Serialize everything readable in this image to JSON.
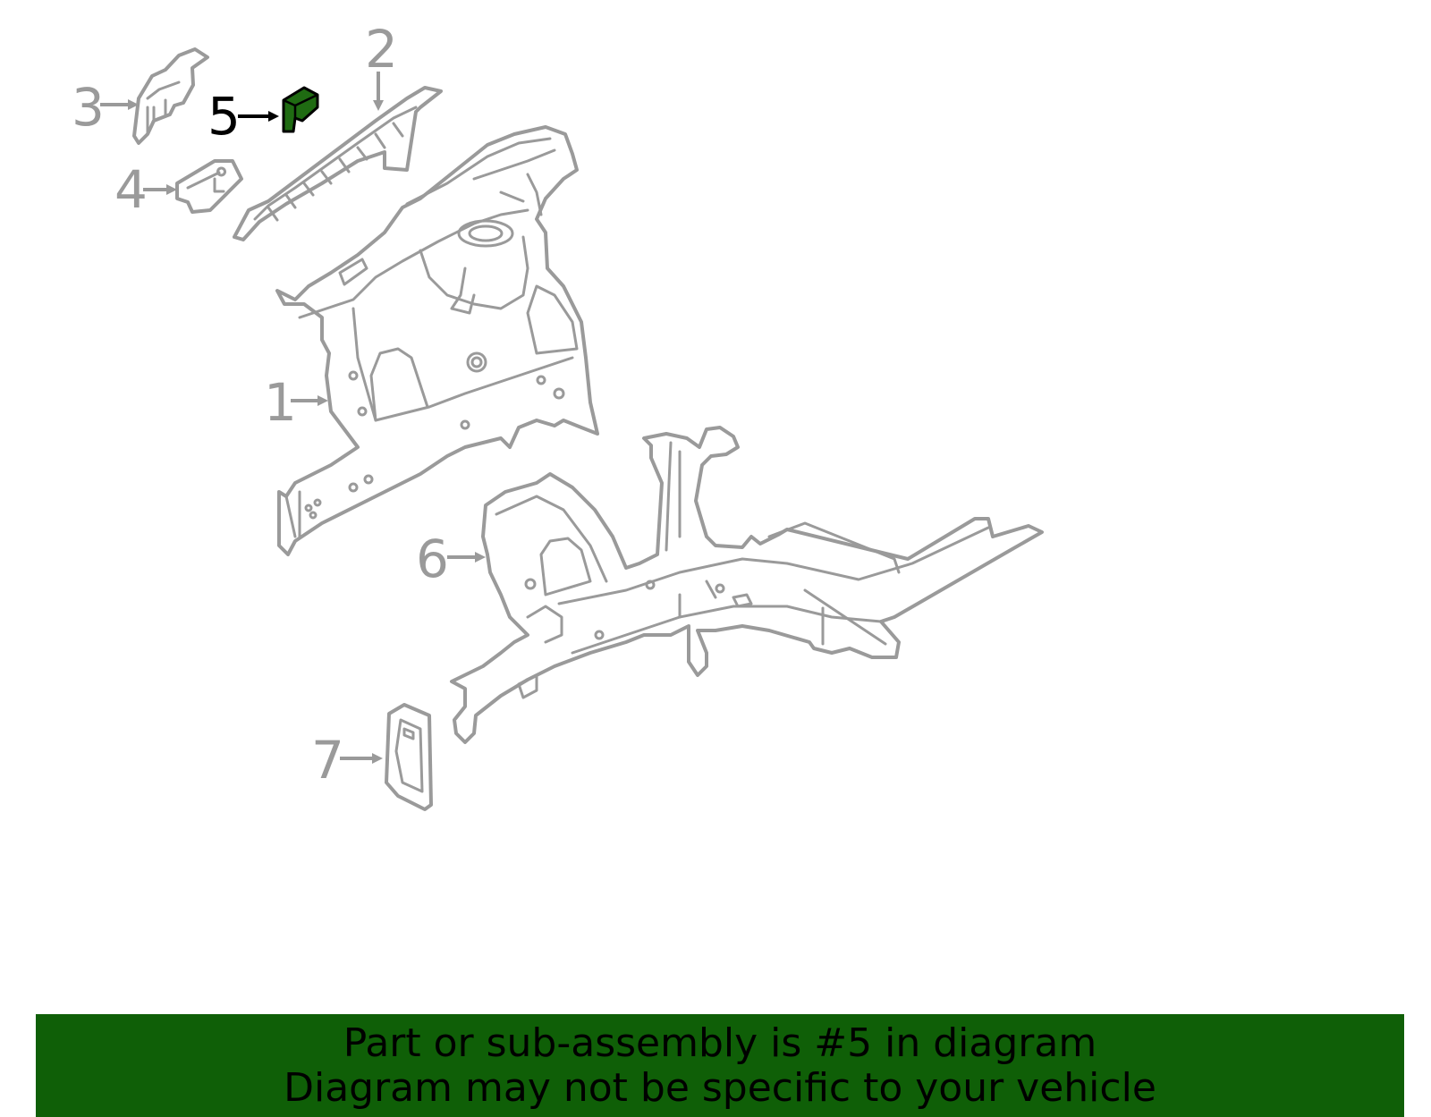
{
  "callouts": [
    {
      "id": "1",
      "label": "1",
      "highlighted": false
    },
    {
      "id": "2",
      "label": "2",
      "highlighted": false
    },
    {
      "id": "3",
      "label": "3",
      "highlighted": false
    },
    {
      "id": "4",
      "label": "4",
      "highlighted": false
    },
    {
      "id": "5",
      "label": "5",
      "highlighted": true
    },
    {
      "id": "6",
      "label": "6",
      "highlighted": false
    },
    {
      "id": "7",
      "label": "7",
      "highlighted": false
    }
  ],
  "colors": {
    "highlight_part": "#1f6b12",
    "line_art": "#9a9a9a",
    "banner_bg": "#0f5f07",
    "banner_text": "#000000"
  },
  "banner": {
    "line1": "Part or sub-assembly is #5 in diagram",
    "line2": "Diagram may not be specific to your vehicle"
  }
}
